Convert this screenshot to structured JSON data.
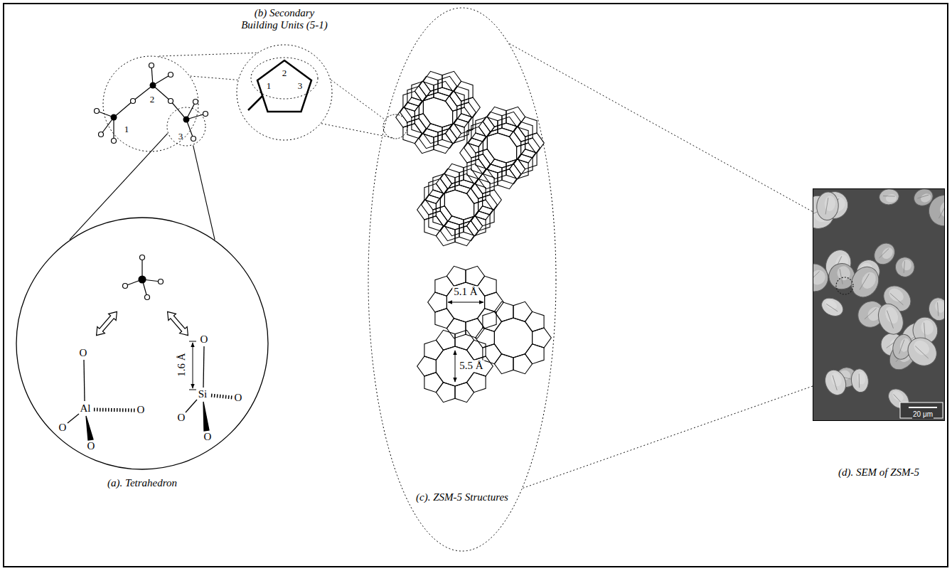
{
  "diagram": {
    "nodes": [
      {
        "text": [
          "1",
          "2"
        ]
      },
      {
        "text": [
          "3"
        ],
        "in": 0
      },
      {
        "text": [
          "(a). Tetrahedron",
          "O",
          "Al",
          "O",
          "O",
          "O",
          "1.6 Å",
          "O",
          "Si",
          "O",
          "O",
          "O"
        ]
      },
      {
        "text": [
          "(b) Secondary Building Units (5-1)"
        ]
      },
      {
        "text": [
          "1",
          "2",
          "3"
        ],
        "in": 3
      },
      {
        "text": [
          "5.1 Å",
          "5.5 Å",
          "(c). ZSM-5 Structures"
        ]
      },
      {
        "text": [
          "20 μm",
          "(d). SEM of ZSM-5"
        ]
      }
    ],
    "edges": [
      {
        "from": 0,
        "to": 3,
        "arrow": "none"
      },
      {
        "from": 0,
        "to": 3,
        "arrow": "none"
      },
      {
        "from": 1,
        "to": 2,
        "arrow": "none"
      },
      {
        "from": 1,
        "to": 2,
        "arrow": "none"
      },
      {
        "from": 3,
        "to": 5,
        "arrow": "none"
      },
      {
        "from": 3,
        "to": 5,
        "arrow": "none"
      },
      {
        "from": 5,
        "to": 6,
        "arrow": "none"
      },
      {
        "from": 5,
        "to": 6,
        "arrow": "none"
      }
    ]
  }
}
